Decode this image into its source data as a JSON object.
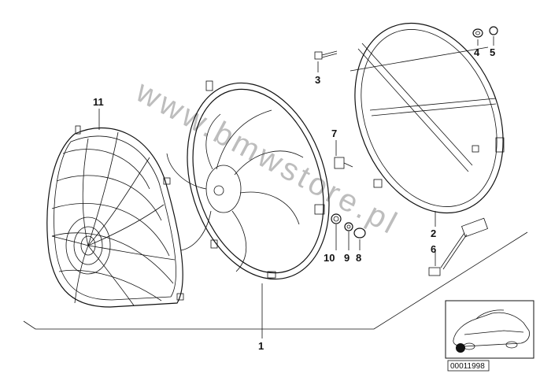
{
  "watermark": "www.bmwstore.pl",
  "reference_code": "00011998",
  "callouts": {
    "p1": "1",
    "p2": "2",
    "p3": "3",
    "p4": "4",
    "p5": "5",
    "p6": "6",
    "p7": "7",
    "p8": "8",
    "p9": "9",
    "p10": "10",
    "p11": "11"
  }
}
